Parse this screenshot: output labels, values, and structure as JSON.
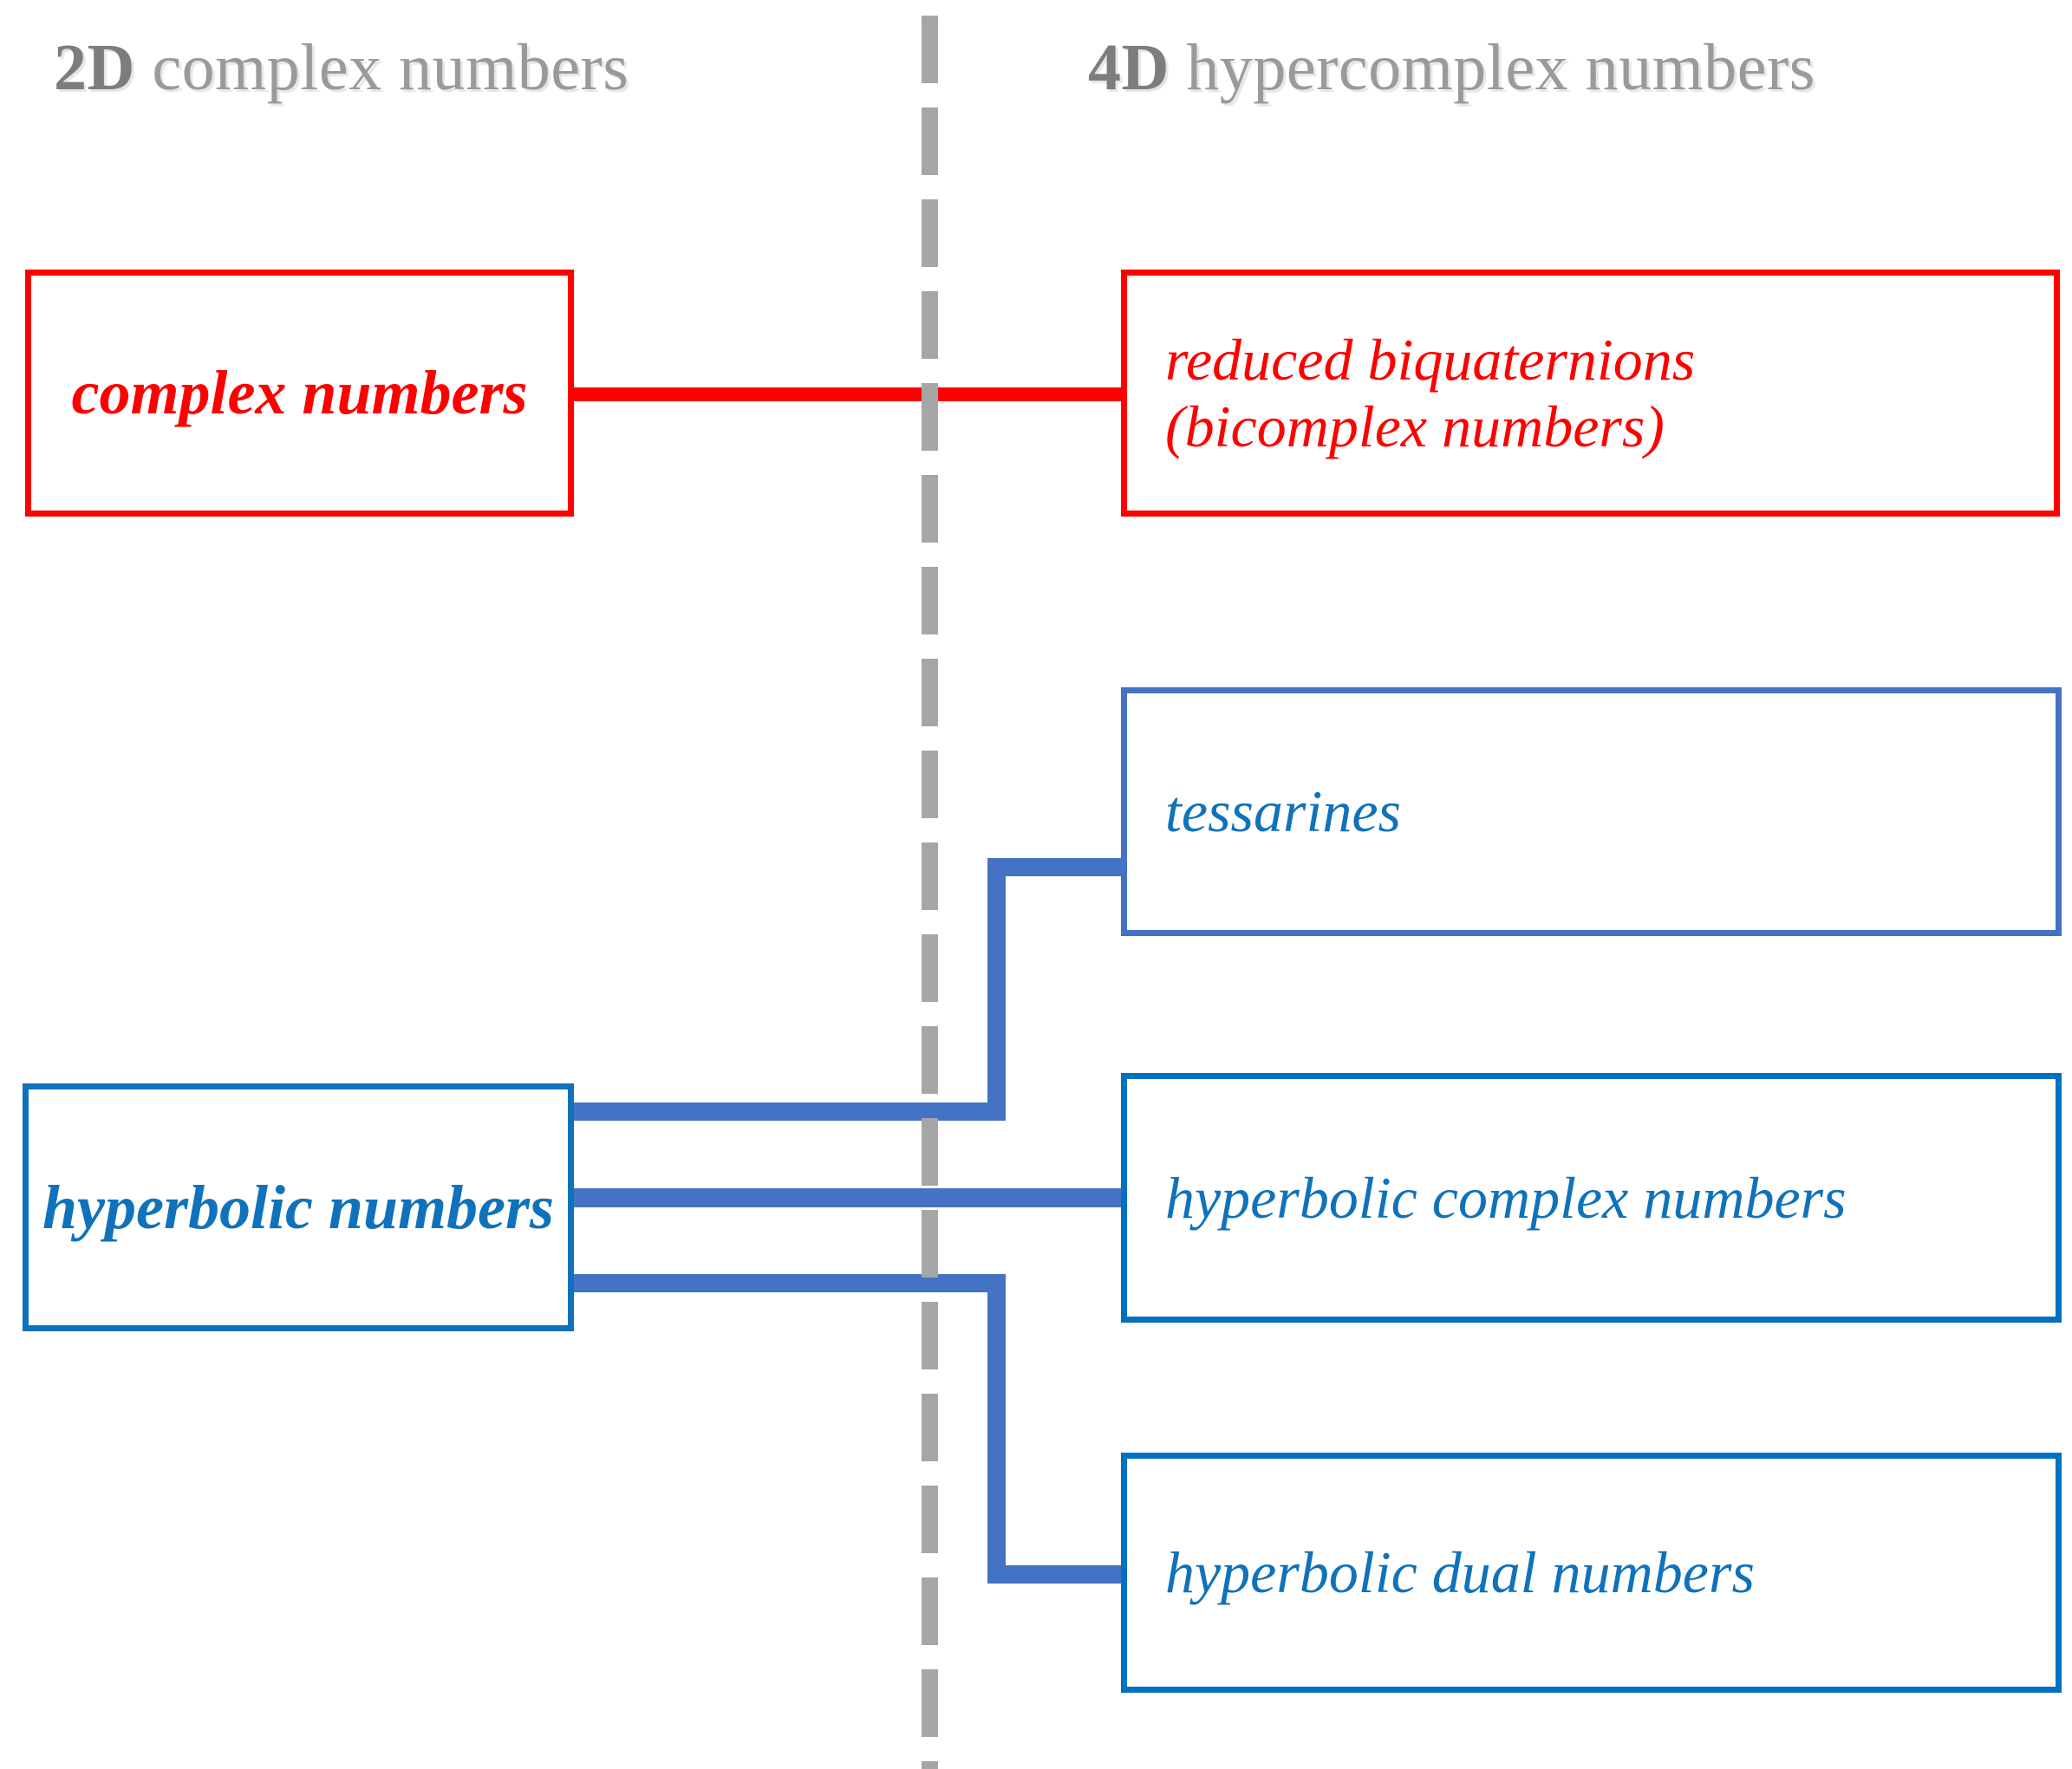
{
  "columns": {
    "left": {
      "dim": "2D",
      "rest": " complex numbers"
    },
    "right": {
      "dim": "4D",
      "rest": " hypercomplex numbers"
    }
  },
  "nodes": {
    "complex_numbers": {
      "label": "complex numbers"
    },
    "reduced_biquaternions": {
      "label": "reduced biquaternions\n(bicomplex numbers)"
    },
    "tessarines": {
      "label": "tessarines"
    },
    "hyperbolic_numbers": {
      "label": "hyperbolic numbers"
    },
    "hyperbolic_complex": {
      "label": "hyperbolic complex numbers"
    },
    "hyperbolic_dual": {
      "label": "hyperbolic dual numbers"
    }
  },
  "colors": {
    "red": "#fe0000",
    "blue_text": "#1072ba",
    "blue_connector": "#4472c4",
    "blue_box": "#0070c0",
    "divider_gray": "#a6a6a6",
    "header_gray": "#9a9a9a"
  },
  "chart_data": {
    "type": "diagram",
    "title": "2D complex numbers versus 4D hypercomplex numbers",
    "groups": [
      {
        "name": "2D complex numbers",
        "members": [
          "complex numbers",
          "hyperbolic numbers"
        ]
      },
      {
        "name": "4D hypercomplex numbers",
        "members": [
          "reduced biquaternions (bicomplex numbers)",
          "tessarines",
          "hyperbolic complex numbers",
          "hyperbolic dual numbers"
        ]
      }
    ],
    "edges": [
      {
        "from": "complex numbers",
        "to": "reduced biquaternions (bicomplex numbers)",
        "color": "#fe0000"
      },
      {
        "from": "hyperbolic numbers",
        "to": "tessarines",
        "color": "#4472c4"
      },
      {
        "from": "hyperbolic numbers",
        "to": "hyperbolic complex numbers",
        "color": "#4472c4"
      },
      {
        "from": "hyperbolic numbers",
        "to": "hyperbolic dual numbers",
        "color": "#4472c4"
      }
    ]
  }
}
